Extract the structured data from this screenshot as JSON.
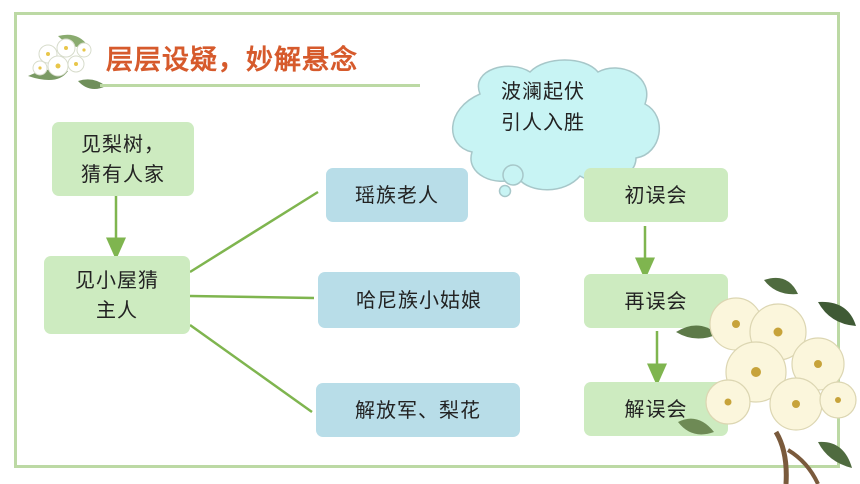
{
  "title": "层层设疑，妙解悬念",
  "bubble": {
    "line1": "波澜起伏",
    "line2": "引人入胜"
  },
  "left_boxes": {
    "top_line1": "见梨树，",
    "top_line2": "猜有人家",
    "mid_line1": "见小屋猜",
    "mid_line2": "主人"
  },
  "middle_boxes": [
    "瑶族老人",
    "哈尼族小姑娘",
    "解放军、梨花"
  ],
  "right_boxes": [
    "初误会",
    "再误会",
    "解误会"
  ],
  "colors": {
    "title": "#d65a2c",
    "green_box": "#cdebc0",
    "blue_box": "#b8dde8",
    "bubble_fill": "#c8f4f4",
    "line": "#7fb54f",
    "frame": "#bcd9a4"
  }
}
